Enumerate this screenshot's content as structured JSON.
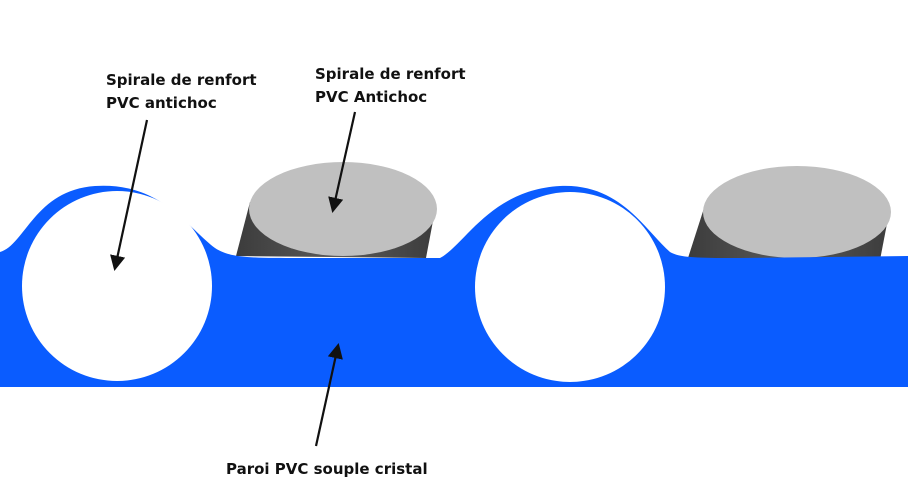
{
  "labels": {
    "spiral_left": {
      "line1": "Spirale de renfort",
      "line2": "PVC antichoc"
    },
    "spiral_right": {
      "line1": "Spirale de renfort",
      "line2": "PVC Antichoc"
    },
    "wall": {
      "text": "Paroi PVC souple cristal"
    }
  },
  "colors": {
    "wall": "#0a5cff",
    "spiral_top": "#c0c0c0",
    "spiral_side": "#4a4a4a",
    "hollow": "#ffffff",
    "arrow": "#111111"
  }
}
